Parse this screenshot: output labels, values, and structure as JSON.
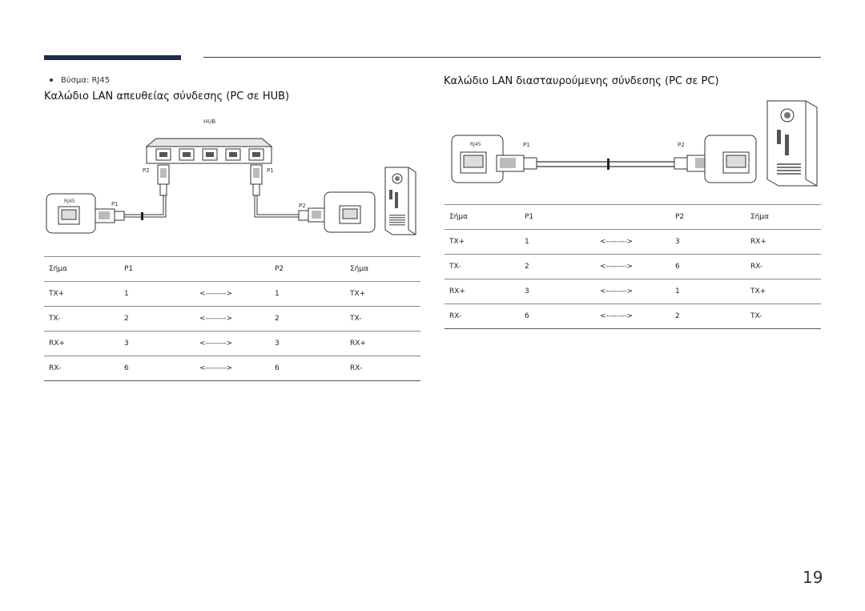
{
  "connector_note": "Βύσμα: RJ45",
  "left": {
    "title": "Καλώδιο LAN απευθείας σύνδεσης (PC σε HUB)",
    "diagram": {
      "hub_label": "HUB",
      "rj45_label": "RJ45",
      "p1": "P1",
      "p2": "P2"
    },
    "table": {
      "headers": [
        "Σήμα",
        "P1",
        "",
        "P2",
        "Σήμα"
      ],
      "rows": [
        [
          "TX+",
          "1",
          "<-------->",
          "1",
          "TX+"
        ],
        [
          "TX-",
          "2",
          "<-------->",
          "2",
          "TX-"
        ],
        [
          "RX+",
          "3",
          "<-------->",
          "3",
          "RX+"
        ],
        [
          "RX-",
          "6",
          "<-------->",
          "6",
          "RX-"
        ]
      ]
    }
  },
  "right": {
    "title": "Καλώδιο LAN διασταυρούμενης σύνδεσης (PC σε PC)",
    "diagram": {
      "rj45_label": "RJ45",
      "p1": "P1",
      "p2": "P2"
    },
    "table": {
      "headers": [
        "Σήμα",
        "P1",
        "",
        "P2",
        "Σήμα"
      ],
      "rows": [
        [
          "TX+",
          "1",
          "<-------->",
          "3",
          "RX+"
        ],
        [
          "TX-",
          "2",
          "<-------->",
          "6",
          "RX-"
        ],
        [
          "RX+",
          "3",
          "<-------->",
          "1",
          "TX+"
        ],
        [
          "RX-",
          "6",
          "<-------->",
          "2",
          "TX-"
        ]
      ]
    }
  },
  "page_number": "19"
}
